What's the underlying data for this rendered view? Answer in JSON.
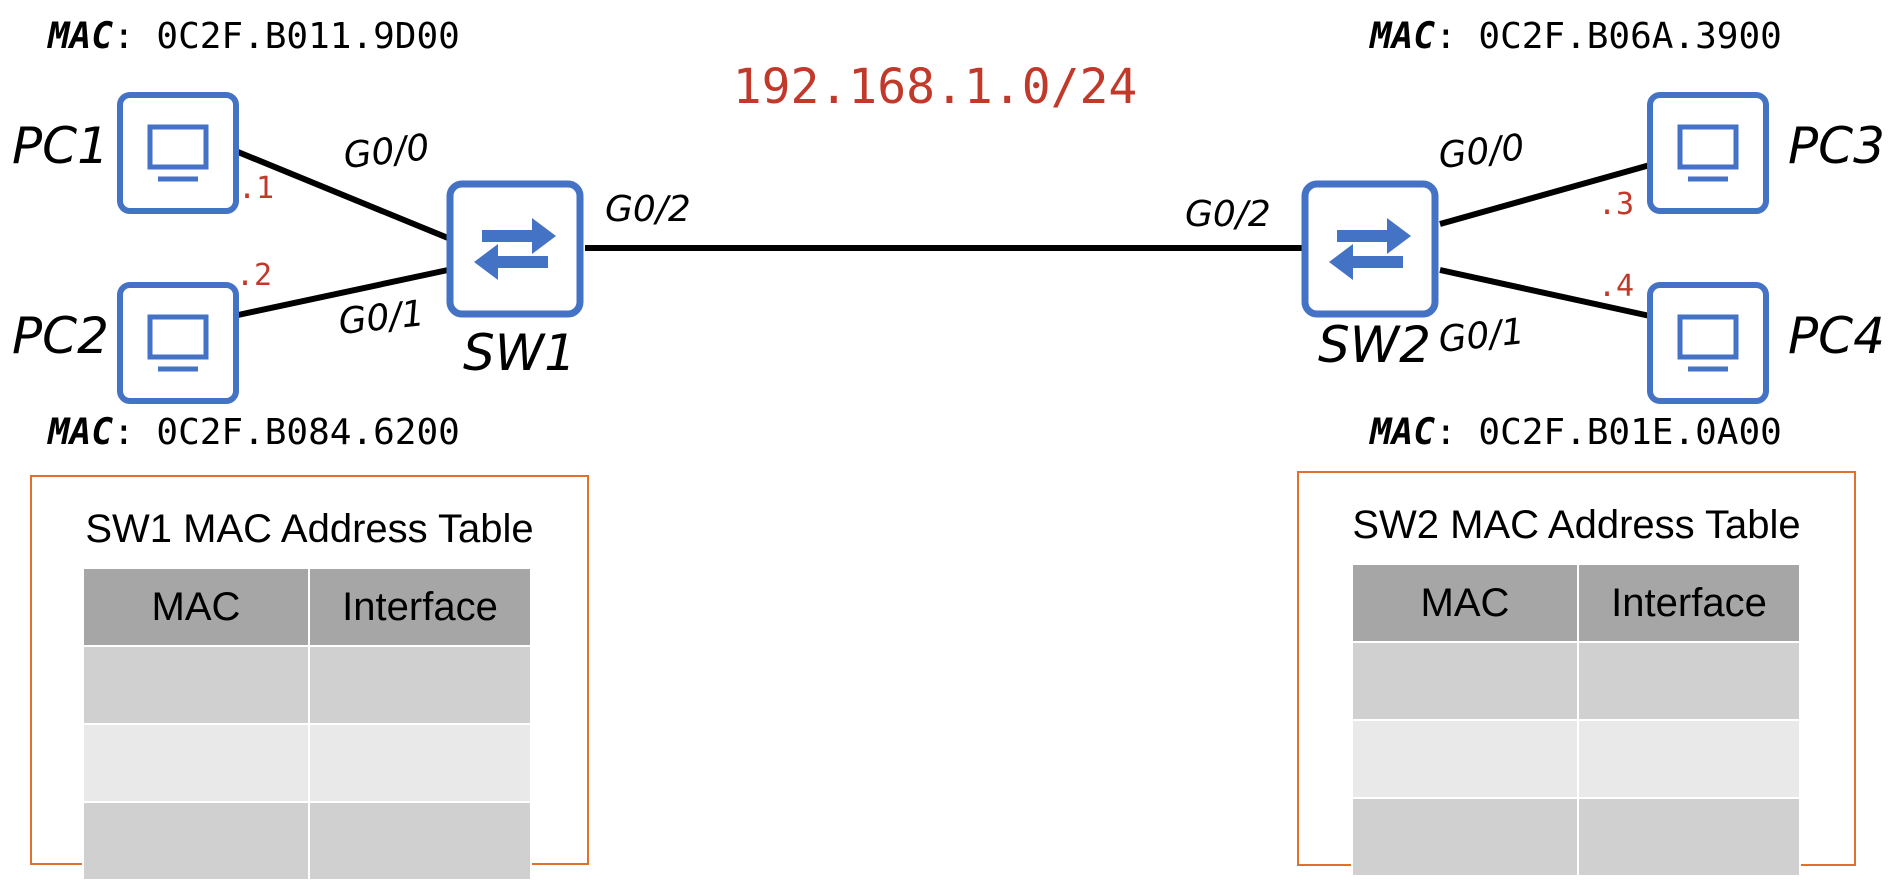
{
  "network": "192.168.1.0/24",
  "mac_label": "MAC",
  "pcs": [
    {
      "name": "PC1",
      "host": ".1",
      "mac": "0C2F.B011.9D00"
    },
    {
      "name": "PC2",
      "host": ".2",
      "mac": "0C2F.B084.6200"
    },
    {
      "name": "PC3",
      "host": ".3",
      "mac": "0C2F.B06A.3900"
    },
    {
      "name": "PC4",
      "host": ".4",
      "mac": "0C2F.B01E.0A00"
    }
  ],
  "switches": [
    {
      "name": "SW1",
      "ports": {
        "g0": "G0/0",
        "g1": "G0/1",
        "g2": "G0/2"
      }
    },
    {
      "name": "SW2",
      "ports": {
        "g0": "G0/0",
        "g1": "G0/1",
        "g2": "G0/2"
      }
    }
  ],
  "tables": [
    {
      "title": "SW1 MAC Address Table",
      "headers": [
        "MAC",
        "Interface"
      ],
      "rows": [
        [
          "",
          ""
        ],
        [
          "",
          ""
        ],
        [
          "",
          ""
        ]
      ]
    },
    {
      "title": "SW2 MAC Address Table",
      "headers": [
        "MAC",
        "Interface"
      ],
      "rows": [
        [
          "",
          ""
        ],
        [
          "",
          ""
        ],
        [
          "",
          ""
        ]
      ]
    }
  ],
  "colors": {
    "device": "#4472c4",
    "accent": "#c0392b",
    "table_border": "#e2702d"
  },
  "icons": {
    "pc": "pc-monitor-icon",
    "switch": "switch-arrows-icon"
  }
}
